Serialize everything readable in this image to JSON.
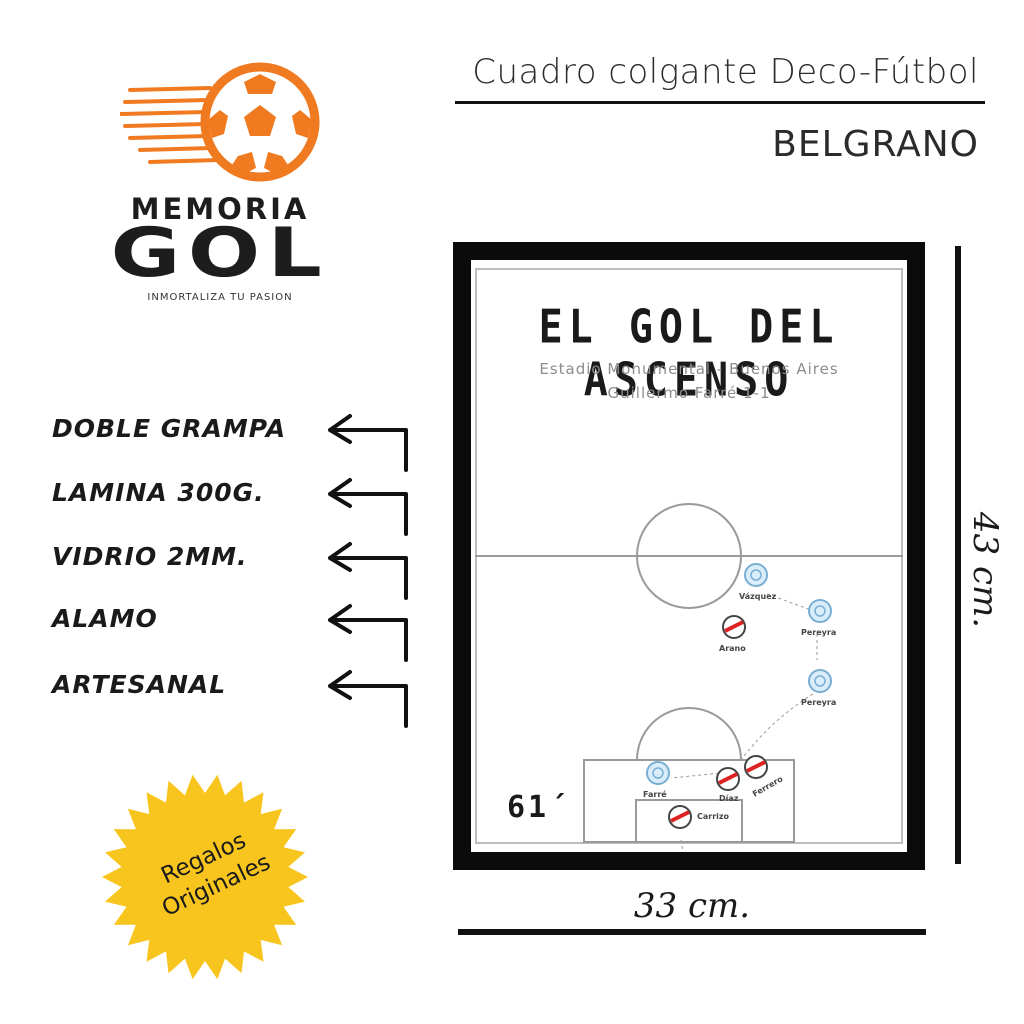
{
  "brand": {
    "name_top": "MEMORIA",
    "name_bottom": "GOL",
    "slogan": "INMORTALIZA TU PASION",
    "accent_color": "#f07a1f"
  },
  "header": {
    "title": "Cuadro colgante Deco-Fútbol",
    "club": "BELGRANO"
  },
  "features": [
    {
      "label": "DOBLE GRAMPA",
      "icon": "arrow-left-icon"
    },
    {
      "label": "LAMINA 300G.",
      "icon": "arrow-left-icon"
    },
    {
      "label": "VIDRIO 2MM.",
      "icon": "arrow-left-icon"
    },
    {
      "label": "ALAMO",
      "icon": "arrow-left-icon"
    },
    {
      "label": "ARTESANAL",
      "icon": "arrow-left-icon"
    }
  ],
  "badge": {
    "line1": "Regalos",
    "line2": "Originales",
    "color": "#f7c51e"
  },
  "poster": {
    "title": "EL GOL DEL ASCENSO",
    "stadium": "Estadio Monumental - Buenos Aires",
    "scorer": "Guillermo Farré 1-1",
    "minute": "61´",
    "players": [
      {
        "name": "Vázquez",
        "team": "belgrano"
      },
      {
        "name": "Pereyra",
        "team": "belgrano"
      },
      {
        "name": "Arano",
        "team": "river"
      },
      {
        "name": "Pereyra",
        "team": "belgrano"
      },
      {
        "name": "Farré",
        "team": "belgrano"
      },
      {
        "name": "Díaz",
        "team": "river"
      },
      {
        "name": "Ferrero",
        "team": "river"
      },
      {
        "name": "Carrizo",
        "team": "river"
      }
    ]
  },
  "dimensions": {
    "height": "43 cm.",
    "width": "33 cm."
  }
}
